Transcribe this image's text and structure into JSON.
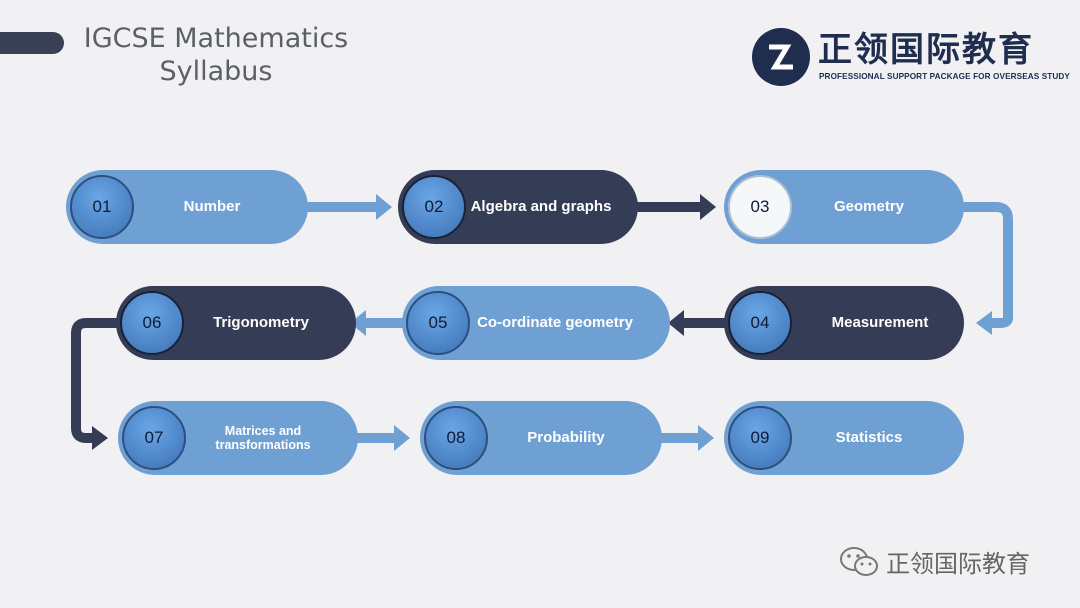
{
  "title": {
    "line1": "IGCSE Mathematics",
    "line2": "Syllabus"
  },
  "logo": {
    "name_cn": "正领国际教育",
    "tagline": "PROFESSIONAL SUPPORT PACKAGE FOR OVERSEAS STUDY"
  },
  "steps": [
    {
      "num": "01",
      "label": "Number"
    },
    {
      "num": "02",
      "label": "Algebra and graphs"
    },
    {
      "num": "03",
      "label": "Geometry"
    },
    {
      "num": "04",
      "label": "Measurement"
    },
    {
      "num": "05",
      "label": "Co-ordinate geometry"
    },
    {
      "num": "06",
      "label": "Trigonometry"
    },
    {
      "num": "07",
      "label_line1": "Matrices and",
      "label_line2": "transformations"
    },
    {
      "num": "08",
      "label": "Probability"
    },
    {
      "num": "09",
      "label": "Statistics"
    }
  ],
  "footer": {
    "text": "正领国际教育",
    "icon": "wechat-icon"
  },
  "colors": {
    "light": "#6fa0d4",
    "dark": "#343c56",
    "circle": "#4e86c8",
    "background": "#f1f1f3"
  }
}
